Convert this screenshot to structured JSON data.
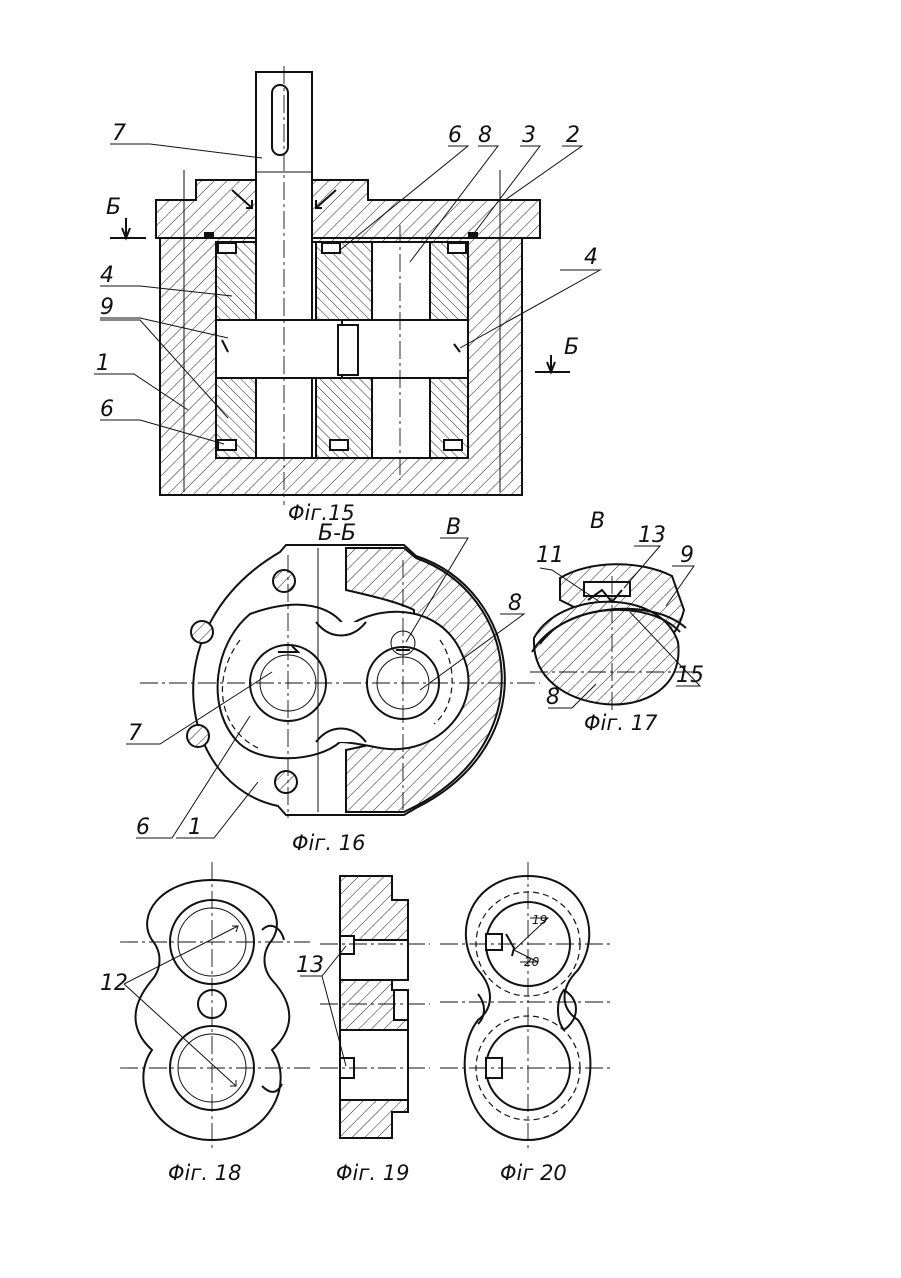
{
  "figures": {
    "fig15": "Φiг.15",
    "fig16": "Φiг. 16",
    "fig17": "Φiг. 17",
    "fig18": "Φiг. 18",
    "fig19": "Φiг. 19",
    "fig20": "Φiг 20"
  },
  "section": {
    "name": "Б-Б",
    "mark": "Б",
    "detail": "В"
  },
  "fig15_labels": {
    "shaft": "7",
    "seal_top": "6",
    "gear": "8",
    "ring": "3",
    "cover": "2",
    "bushing_left": "4",
    "bushing_right": "4",
    "sleeve": "9",
    "body": "1",
    "seal_bottom": "6"
  },
  "fig16_labels": {
    "detail_mark": "В",
    "gear": "8",
    "shaft": "7",
    "seal": "6",
    "body": "1"
  },
  "fig17_labels": {
    "n11": "11",
    "n13": "13",
    "n9": "9",
    "n15": "15",
    "n8": "8"
  },
  "fig18_labels": {
    "n12": "12"
  },
  "fig19_labels": {
    "n13": "13"
  },
  "fig20_labels": {
    "n19": "19",
    "n20": "20"
  }
}
